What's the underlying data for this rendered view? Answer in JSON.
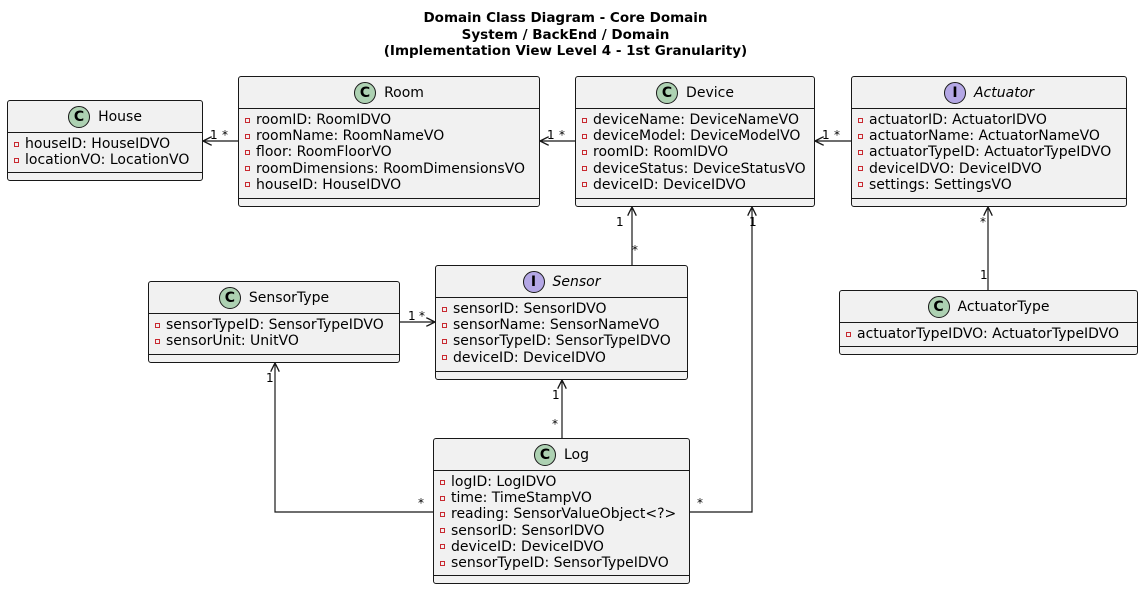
{
  "title_lines": [
    "Domain Class Diagram - Core Domain",
    "System / BackEnd / Domain",
    "(Implementation View Level 4 - 1st Granularity)"
  ],
  "classes": {
    "house": {
      "name": "House",
      "stereotype": "C",
      "attributes": [
        "houseID: HouseIDVO",
        "locationVO: LocationVO"
      ]
    },
    "room": {
      "name": "Room",
      "stereotype": "C",
      "attributes": [
        "roomID: RoomIDVO",
        "roomName: RoomNameVO",
        "floor: RoomFloorVO",
        "roomDimensions: RoomDimensionsVO",
        "houseID: HouseIDVO"
      ]
    },
    "device": {
      "name": "Device",
      "stereotype": "C",
      "attributes": [
        "deviceName: DeviceNameVO",
        "deviceModel: DeviceModelVO",
        "roomID: RoomIDVO",
        "deviceStatus: DeviceStatusVO",
        "deviceID: DeviceIDVO"
      ]
    },
    "actuator": {
      "name": "Actuator",
      "stereotype": "I",
      "attributes": [
        "actuatorID: ActuatorIDVO",
        "actuatorName: ActuatorNameVO",
        "actuatorTypeID: ActuatorTypeIDVO",
        "deviceIDVO: DeviceIDVO",
        "settings: SettingsVO"
      ]
    },
    "sensortype": {
      "name": "SensorType",
      "stereotype": "C",
      "attributes": [
        "sensorTypeID: SensorTypeIDVO",
        "sensorUnit: UnitVO"
      ]
    },
    "sensor": {
      "name": "Sensor",
      "stereotype": "I",
      "attributes": [
        "sensorID: SensorIDVO",
        "sensorName: SensorNameVO",
        "sensorTypeID: SensorTypeIDVO",
        "deviceID: DeviceIDVO"
      ]
    },
    "actuatortype": {
      "name": "ActuatorType",
      "stereotype": "C",
      "attributes": [
        "actuatorTypeIDVO: ActuatorTypeIDVO"
      ]
    },
    "log": {
      "name": "Log",
      "stereotype": "C",
      "attributes": [
        "logID: LogIDVO",
        "time: TimeStampVO",
        "reading: SensorValueObject<?>",
        "sensorID: SensorIDVO",
        "deviceID: DeviceIDVO",
        "sensorTypeID: SensorTypeIDVO"
      ]
    }
  },
  "relations": [
    {
      "from": "room",
      "to": "house",
      "from_mult": "*",
      "to_mult": "1"
    },
    {
      "from": "device",
      "to": "room",
      "from_mult": "*",
      "to_mult": "1"
    },
    {
      "from": "actuator",
      "to": "device",
      "from_mult": "*",
      "to_mult": "1"
    },
    {
      "from": "sensor",
      "to": "device",
      "from_mult": "*",
      "to_mult": "1"
    },
    {
      "from": "actuatortype",
      "to": "actuator",
      "from_mult": "1",
      "to_mult": "*"
    },
    {
      "from": "sensortype",
      "to": "sensor",
      "from_mult": "1",
      "to_mult": "*"
    },
    {
      "from": "log",
      "to": "sensor",
      "from_mult": "*",
      "to_mult": "1"
    },
    {
      "from": "log",
      "to": "sensortype",
      "from_mult": "*",
      "to_mult": "1"
    },
    {
      "from": "log",
      "to": "device",
      "from_mult": "*",
      "to_mult": "1"
    }
  ],
  "colors": {
    "class_fill": "#f1f1f1",
    "border": "#181818",
    "class_badge": "#add1b2",
    "interface_badge": "#b4a7e5",
    "private_marker": "#c82930"
  }
}
